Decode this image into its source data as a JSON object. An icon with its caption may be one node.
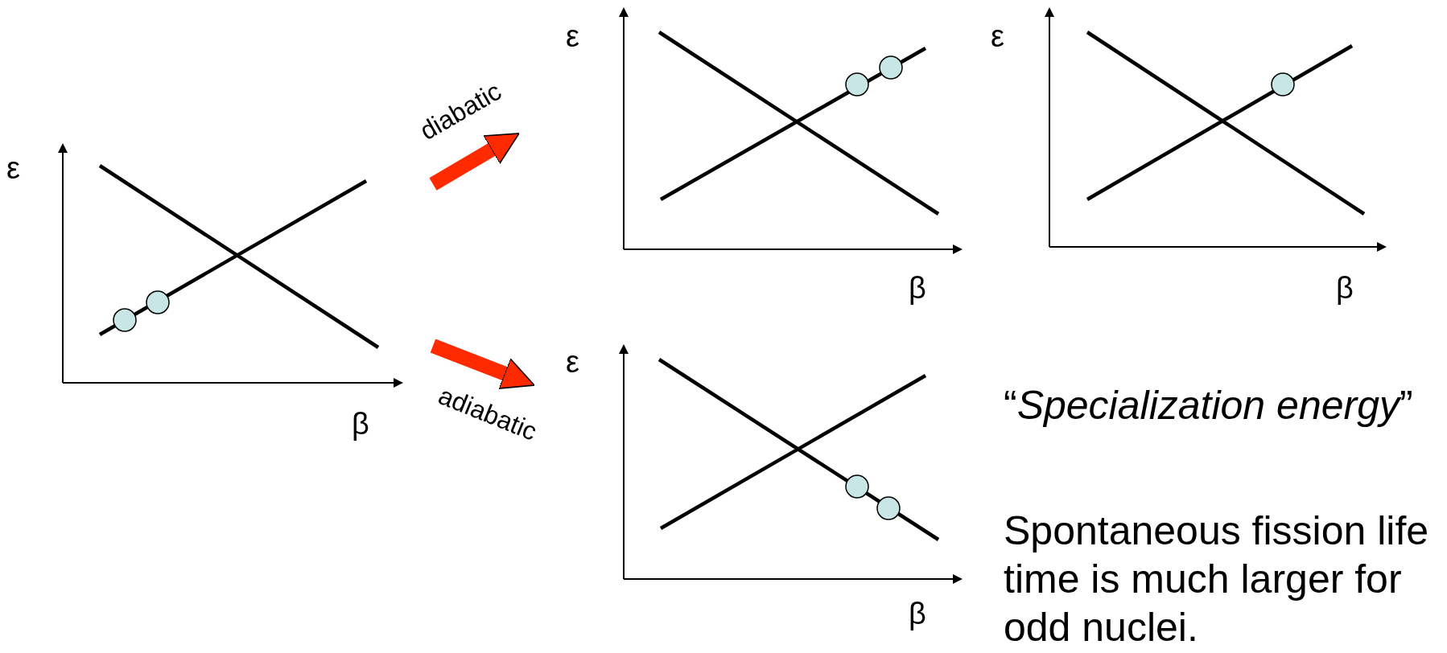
{
  "diagram": {
    "nodes": [
      {
        "text": [],
        "shape": "picture",
        "beside": [
          "ε",
          "β"
        ]
      },
      {
        "text": [],
        "shape": "picture",
        "beside": [
          "ε",
          "β"
        ]
      },
      {
        "text": [],
        "shape": "picture",
        "beside": [
          "ε",
          "β"
        ]
      },
      {
        "text": [],
        "shape": "picture",
        "beside": [
          "ε",
          "β"
        ]
      }
    ],
    "edges": [
      {
        "from": 0,
        "to": 1,
        "arrow": "to",
        "label": "diabatic",
        "color": "#ff2a00"
      },
      {
        "from": 0,
        "to": 3,
        "arrow": "to",
        "label": "adiabatic",
        "color": "#ff2a00"
      }
    ],
    "labels": [
      "“*Specialization energy*”",
      "Spontaneous fission life time is much larger for odd nuclei."
    ]
  }
}
